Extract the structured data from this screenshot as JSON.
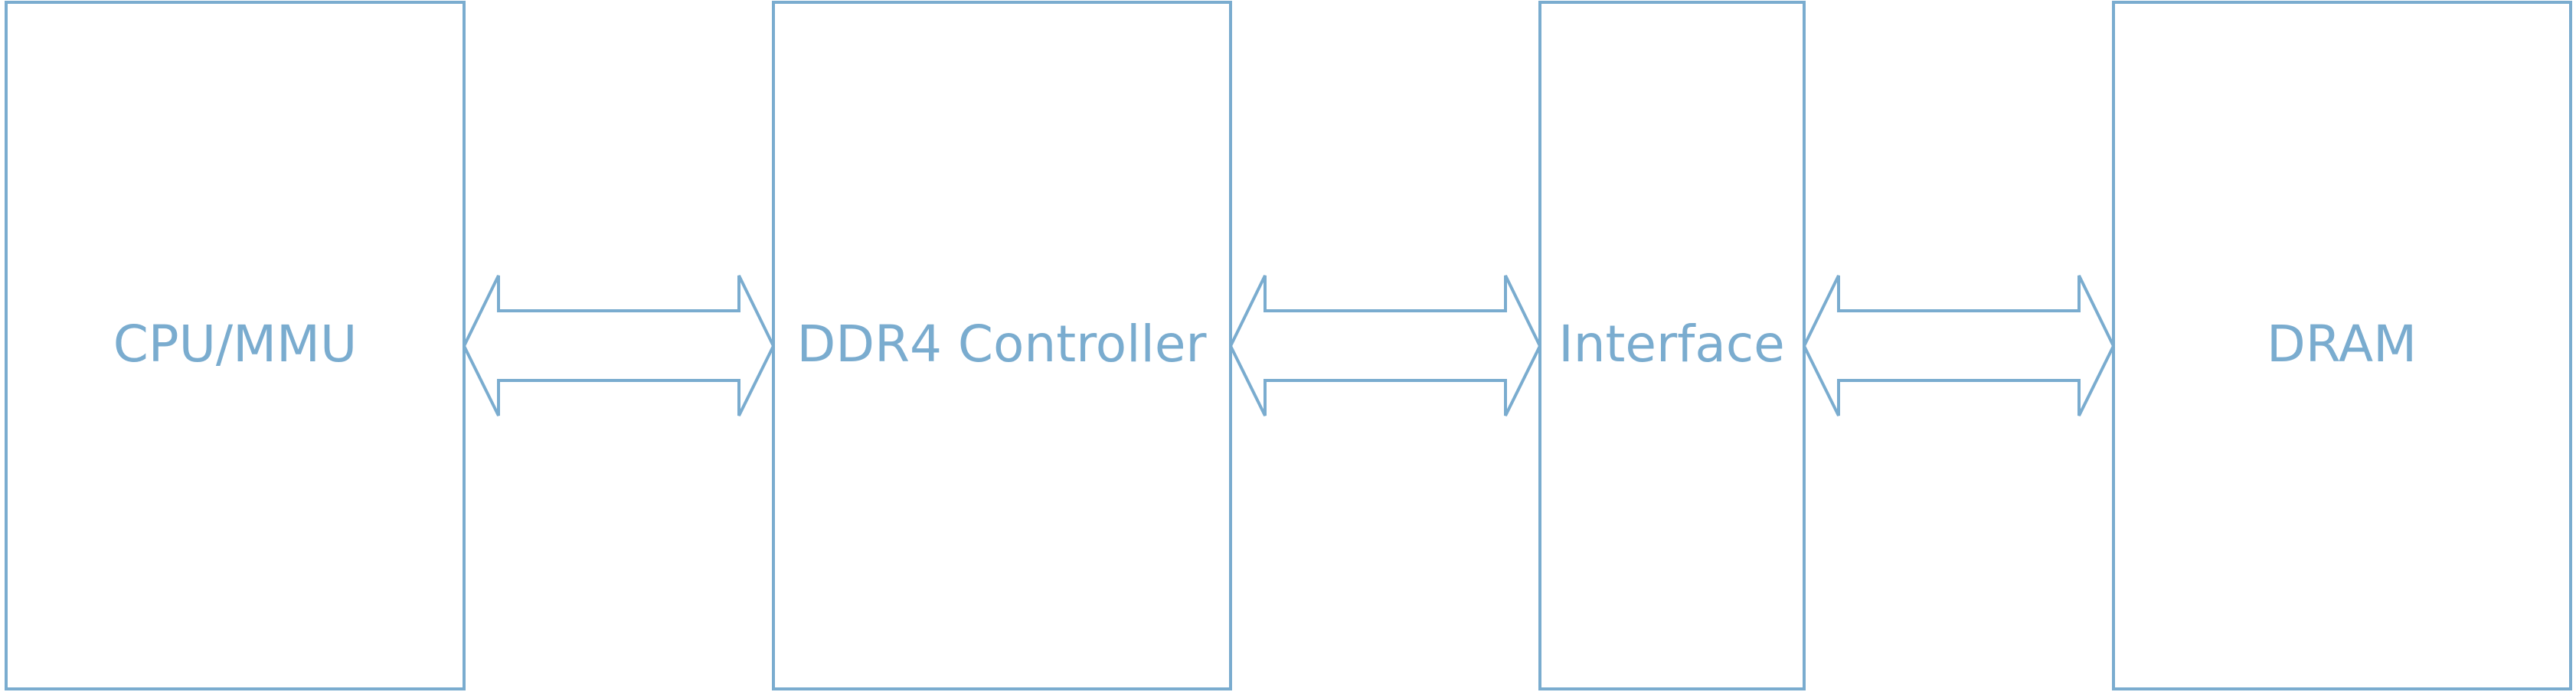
{
  "diagram": {
    "stroke_color": "#7aaccf",
    "blocks": [
      {
        "id": "cpu-mmu",
        "label": "CPU/MMU"
      },
      {
        "id": "ddr4-controller",
        "label": "DDR4 Controller"
      },
      {
        "id": "interface",
        "label": "Interface"
      },
      {
        "id": "dram",
        "label": "DRAM"
      }
    ],
    "connections": [
      {
        "from": "cpu-mmu",
        "to": "ddr4-controller",
        "direction": "bidirectional"
      },
      {
        "from": "ddr4-controller",
        "to": "interface",
        "direction": "bidirectional"
      },
      {
        "from": "interface",
        "to": "dram",
        "direction": "bidirectional"
      }
    ]
  }
}
